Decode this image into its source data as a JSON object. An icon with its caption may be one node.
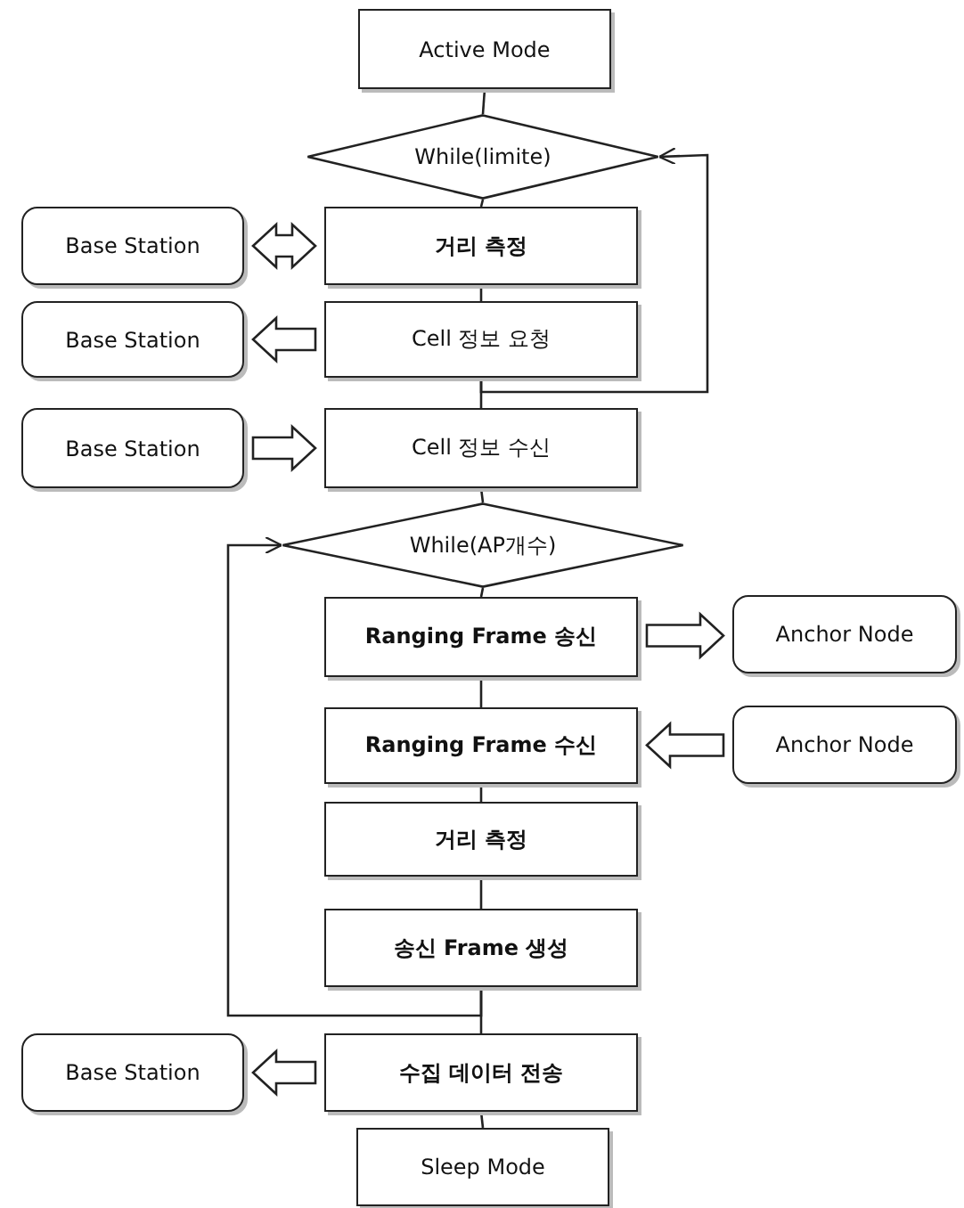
{
  "diagram": {
    "nodes": [
      {
        "text": [
          "Active Mode"
        ]
      },
      {
        "text": [
          "While(limite)"
        ]
      },
      {
        "text": [
          "거리 측정"
        ]
      },
      {
        "text": [
          "Cell 정보 요청"
        ]
      },
      {
        "text": [
          "Cell 정보 수신"
        ]
      },
      {
        "text": [
          "While(AP개수)"
        ]
      },
      {
        "text": [
          "Ranging Frame 송신"
        ]
      },
      {
        "text": [
          "Ranging Frame 수신"
        ]
      },
      {
        "text": [
          "거리 측정"
        ]
      },
      {
        "text": [
          "송신 Frame 생성"
        ]
      },
      {
        "text": [
          "수집 데이터 전송"
        ]
      },
      {
        "text": [
          "Sleep Mode"
        ]
      },
      {
        "text": [
          "Base Station"
        ]
      },
      {
        "text": [
          "Base Station"
        ]
      },
      {
        "text": [
          "Base Station"
        ]
      },
      {
        "text": [
          "Anchor Node"
        ]
      },
      {
        "text": [
          "Anchor Node"
        ]
      },
      {
        "text": [
          "Base Station"
        ]
      }
    ],
    "edges": [
      {
        "from": 0,
        "to": 1,
        "arrow": "none"
      },
      {
        "from": 1,
        "to": 2,
        "arrow": "none"
      },
      {
        "from": 2,
        "to": 3,
        "arrow": "none"
      },
      {
        "from": 3,
        "to": 4,
        "arrow": "none"
      },
      {
        "from": 3,
        "to": 1,
        "arrow": "to"
      },
      {
        "from": 4,
        "to": 5,
        "arrow": "none"
      },
      {
        "from": 5,
        "to": 6,
        "arrow": "none"
      },
      {
        "from": 6,
        "to": 7,
        "arrow": "none"
      },
      {
        "from": 7,
        "to": 8,
        "arrow": "none"
      },
      {
        "from": 8,
        "to": 9,
        "arrow": "none"
      },
      {
        "from": 9,
        "to": 5,
        "arrow": "to"
      },
      {
        "from": 9,
        "to": 10,
        "arrow": "none"
      },
      {
        "from": 10,
        "to": 11,
        "arrow": "none"
      },
      {
        "from": 12,
        "to": 2,
        "arrow": "both",
        "style": "thick"
      },
      {
        "from": 3,
        "to": 13,
        "arrow": "to",
        "style": "thick"
      },
      {
        "from": 14,
        "to": 4,
        "arrow": "to",
        "style": "thick"
      },
      {
        "from": 6,
        "to": 15,
        "arrow": "to",
        "style": "thick"
      },
      {
        "from": 16,
        "to": 7,
        "arrow": "to",
        "style": "thick"
      },
      {
        "from": 10,
        "to": 17,
        "arrow": "to",
        "style": "thick"
      }
    ]
  }
}
